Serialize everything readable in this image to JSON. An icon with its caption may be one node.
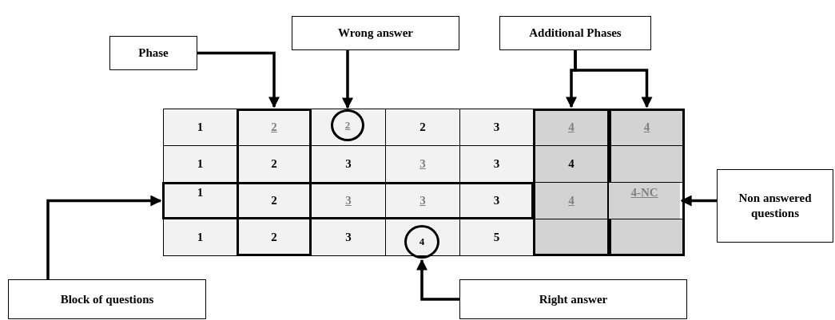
{
  "diagram": {
    "nodes": [
      {
        "text": [
          "Phase"
        ]
      },
      {
        "text": [
          "Wrong answer"
        ]
      },
      {
        "text": [
          "Additional Phases"
        ]
      },
      {
        "text": [
          "Non answered questions"
        ]
      },
      {
        "text": [
          "Block of questions"
        ]
      },
      {
        "text": [
          "Right answer"
        ]
      },
      {
        "text": [],
        "shape": "box"
      },
      {
        "text": [
          "2"
        ]
      },
      {
        "text": [],
        "shape": "box"
      },
      {
        "text": [],
        "shape": "box"
      },
      {
        "text": [
          "4-NC"
        ],
        "in": 9
      },
      {
        "text": [],
        "shape": "box"
      },
      {
        "text": [
          "4"
        ]
      }
    ],
    "edges": [
      {
        "from": 0,
        "to": 6,
        "arrow": "to"
      },
      {
        "from": 1,
        "to": 7,
        "arrow": "to"
      },
      {
        "from": 2,
        "to": 8,
        "arrow": "to"
      },
      {
        "from": 2,
        "to": 9,
        "arrow": "to"
      },
      {
        "from": 3,
        "to": 10,
        "arrow": "to"
      },
      {
        "from": 4,
        "to": 11,
        "arrow": "to"
      },
      {
        "from": 5,
        "to": 12,
        "arrow": "to"
      }
    ],
    "labels": [
      "1",
      "2",
      "2",
      "3",
      "4",
      "4",
      "1",
      "2",
      "3",
      "3",
      "3",
      "4",
      "1",
      "2",
      "3",
      "3",
      "3",
      "4",
      "1",
      "2",
      "3",
      "5"
    ]
  }
}
